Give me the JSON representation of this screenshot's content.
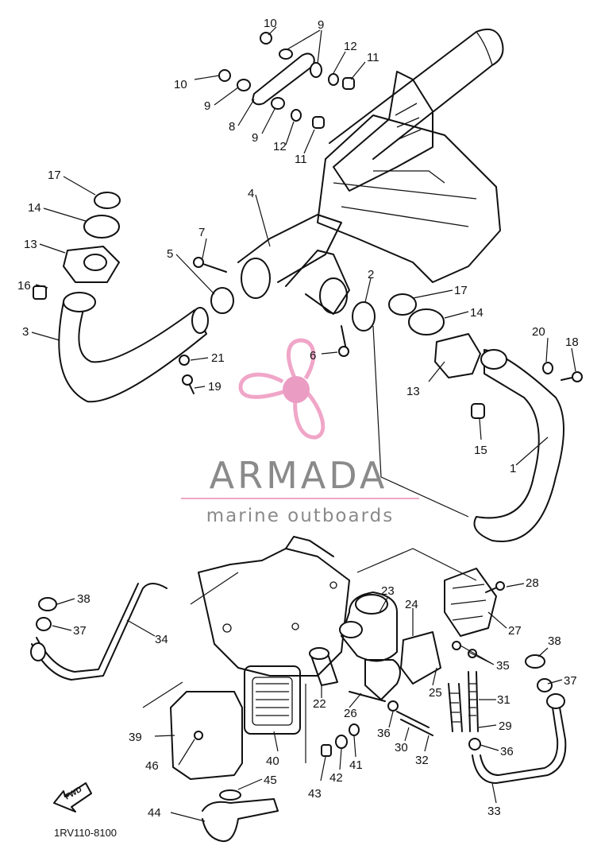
{
  "watermark": {
    "brand_name": "ARMADA",
    "tagline": "marine outboards",
    "colors": {
      "pink": "#f0a6c8",
      "pink_center": "#ea9cc3",
      "gray": "#8a8a8a"
    }
  },
  "drawing_code": "1RV110-8100",
  "forward_marker": "FWD",
  "callouts": {
    "c1": "1",
    "c2": "2",
    "c3": "3",
    "c4": "4",
    "c5": "5",
    "c6": "6",
    "c7": "7",
    "c8": "8",
    "c9a": "9",
    "c9b": "9",
    "c9c": "9",
    "c10a": "10",
    "c10b": "10",
    "c11a": "11",
    "c11b": "11",
    "c12a": "12",
    "c12b": "12",
    "c13a": "13",
    "c13b": "13",
    "c14a": "14",
    "c14b": "14",
    "c15": "15",
    "c16": "16",
    "c17a": "17",
    "c17b": "17",
    "c18": "18",
    "c19": "19",
    "c20": "20",
    "c21": "21",
    "c22": "22",
    "c23": "23",
    "c24": "24",
    "c25": "25",
    "c26": "26",
    "c27": "27",
    "c28": "28",
    "c29": "29",
    "c30": "30",
    "c31": "31",
    "c32": "32",
    "c33": "33",
    "c34": "34",
    "c35": "35",
    "c36a": "36",
    "c36b": "36",
    "c37a": "37",
    "c37b": "37",
    "c38a": "38",
    "c38b": "38",
    "c39": "39",
    "c40": "40",
    "c41": "41",
    "c42": "42",
    "c43": "43",
    "c44": "44",
    "c45": "45",
    "c46": "46"
  }
}
